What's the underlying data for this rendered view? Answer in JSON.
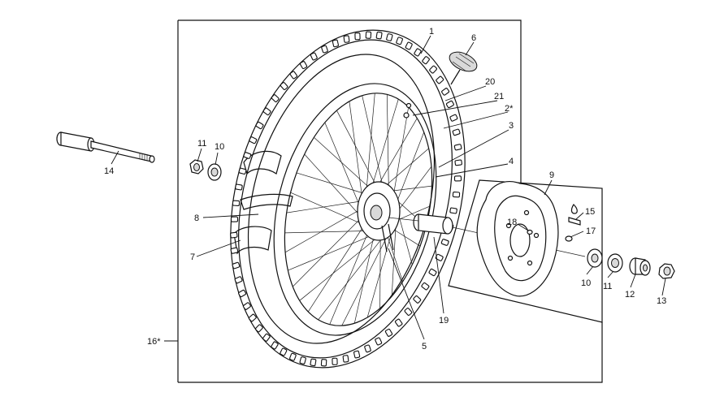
{
  "diagram": {
    "labels": {
      "n1": "1",
      "n2": "2*",
      "n3": "3",
      "n4": "4",
      "n5": "5",
      "n6": "6",
      "n7": "7",
      "n8": "8",
      "n9": "9",
      "n10a": "10",
      "n10b": "10",
      "n11a": "11",
      "n11b": "11",
      "n12": "12",
      "n13": "13",
      "n14": "14",
      "n15": "15",
      "n16": "16*",
      "n17": "17",
      "n18": "18",
      "n19": "19",
      "n20": "20",
      "n21": "21"
    }
  }
}
